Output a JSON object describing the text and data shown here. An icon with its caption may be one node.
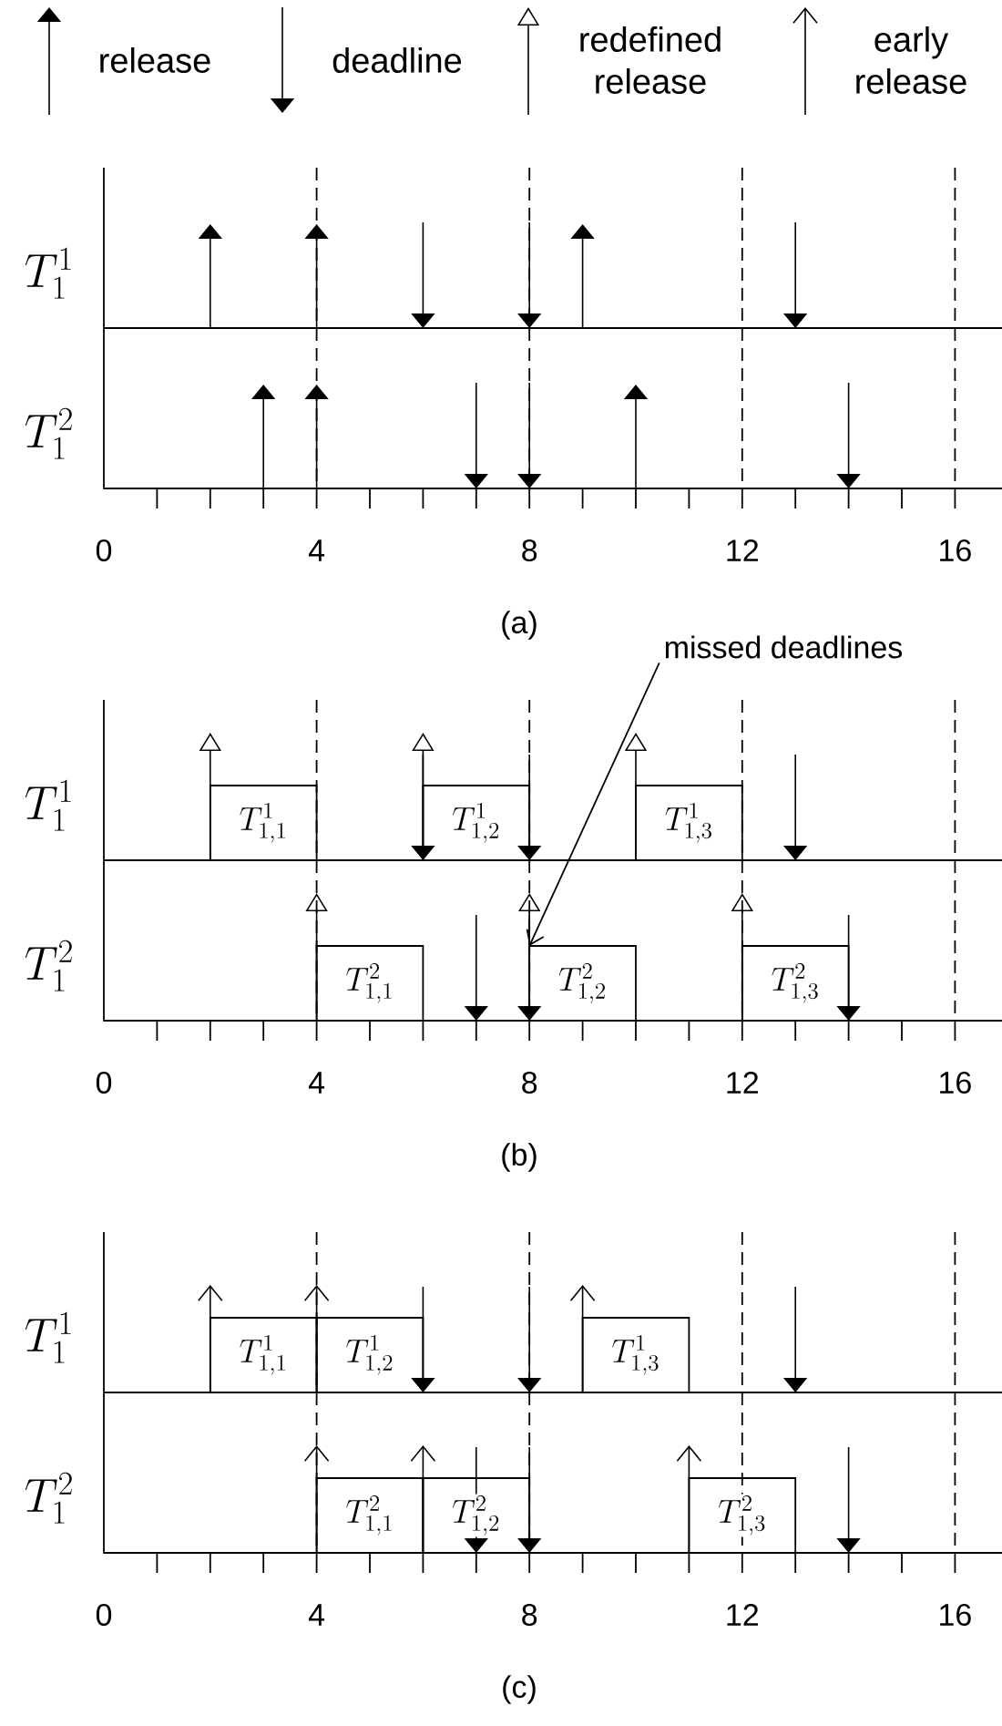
{
  "diagram": {
    "nodes": [
      {
        "text": [
          "missed deadlines"
        ]
      },
      {
        "text": [
          "T_{1,1}^{1}"
        ]
      },
      {
        "text": [
          "T_{1,2}^{1}"
        ]
      },
      {
        "text": [
          "T_{1,3}^{1}"
        ]
      },
      {
        "text": [
          "T_{1,1}^{2}"
        ]
      },
      {
        "text": [
          "T_{1,2}^{2}"
        ]
      },
      {
        "text": [
          "T_{1,3}^{2}"
        ]
      },
      {
        "text": [
          "T_{1,1}^{1}"
        ]
      },
      {
        "text": [
          "T_{1,2}^{1}"
        ]
      },
      {
        "text": [
          "T_{1,3}^{1}"
        ]
      },
      {
        "text": [
          "T_{1,1}^{2}"
        ]
      },
      {
        "text": [
          "T_{1,2}^{2}"
        ]
      },
      {
        "text": [
          "T_{1,3}^{2}"
        ]
      }
    ],
    "edges": [
      {
        "from": 0,
        "to": 5,
        "arrow": "to"
      }
    ],
    "labels": [
      "T_1^1",
      "T_1^2",
      "0",
      "4",
      "8",
      "12",
      "16",
      "(a)",
      "T_1^1",
      "T_1^2",
      "0",
      "4",
      "8",
      "12",
      "16",
      "(b)",
      "T_1^1",
      "T_1^2",
      "0",
      "4",
      "8",
      "12",
      "16",
      "(c)"
    ],
    "legend": [
      {
        "text": "release"
      },
      {
        "text": "deadline"
      },
      {
        "text": "redefined release"
      },
      {
        "text": "early release"
      }
    ]
  }
}
